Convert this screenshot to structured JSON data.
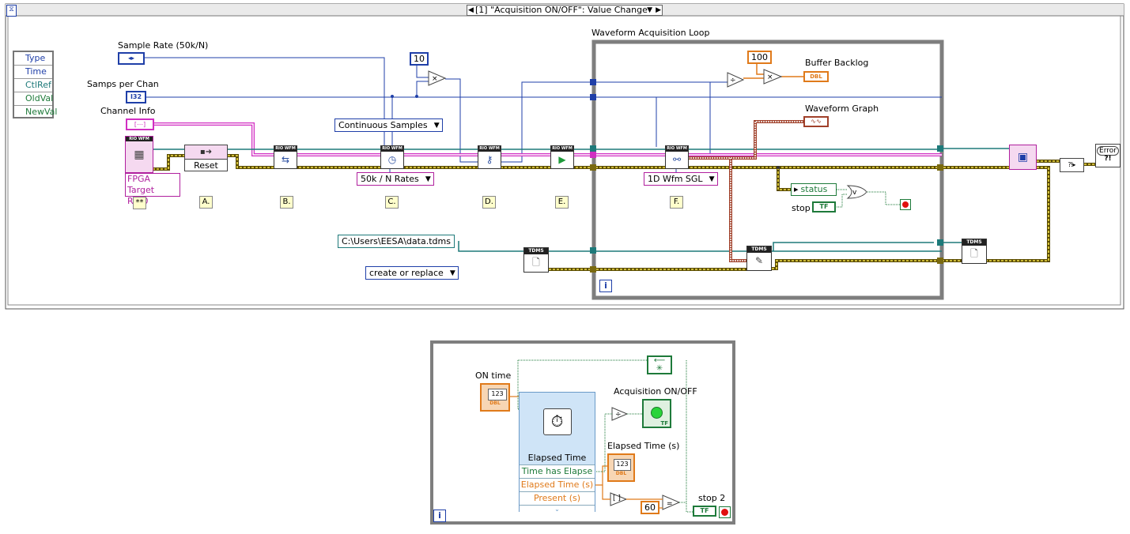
{
  "event_structure": {
    "case_selector": "[1] \"Acquisition ON/OFF\": Value Change",
    "event_terms": [
      "Type",
      "Time",
      "CtlRef",
      "OldVal",
      "NewVal"
    ]
  },
  "controls": {
    "sample_rate": "Sample Rate (50k/N)",
    "samps_per_chan": "Samps per Chan",
    "samps_per_chan_type": "I32",
    "channel_info": "Channel Info",
    "fpga_target": "FPGA Target",
    "rio_resource": "RIO0",
    "file_path": "C:\\Users\\EESA\\data.tdms",
    "file_op": "create or replace",
    "sample_mode": "Continuous Samples",
    "rate_mode": "50k / N Rates",
    "wfm_type": "1D Wfm SGL"
  },
  "constants": {
    "ten": "10",
    "hundred": "100",
    "sixty": "60"
  },
  "nodes": {
    "reset_label": "Reset",
    "rio_wfm": "RIO WFM",
    "tdms": "TDMS",
    "step_labels": [
      "**",
      "A.",
      "B.",
      "C.",
      "D.",
      "E.",
      "F."
    ]
  },
  "loop": {
    "title": "Waveform Acquisition Loop",
    "buffer_backlog": "Buffer Backlog",
    "buffer_type": "DBL",
    "waveform_graph": "Waveform Graph",
    "status": "status",
    "stop": "stop",
    "tf": "TF",
    "iteration": "i"
  },
  "timer_loop": {
    "on_time": "ON time",
    "on_time_value": "123",
    "dbl": "DBL",
    "elapsed_title": "Elapsed Time",
    "elapsed_outputs": [
      "Time has Elapse",
      "Elapsed Time (s)",
      "Present (s)"
    ],
    "acq_onoff": "Acquisition ON/OFF",
    "elapsed_indicator": "Elapsed Time (s)",
    "elapsed_value": "123",
    "stop2": "stop 2",
    "tf": "TF",
    "iteration": "i"
  },
  "error_handler": "Error",
  "colors": {
    "blue": "#1f3fa8",
    "orange": "#e07a1a",
    "pink": "#d12fc2",
    "green": "#1e7a3a",
    "teal": "#1e7a7a",
    "error": "#7a6a10"
  }
}
